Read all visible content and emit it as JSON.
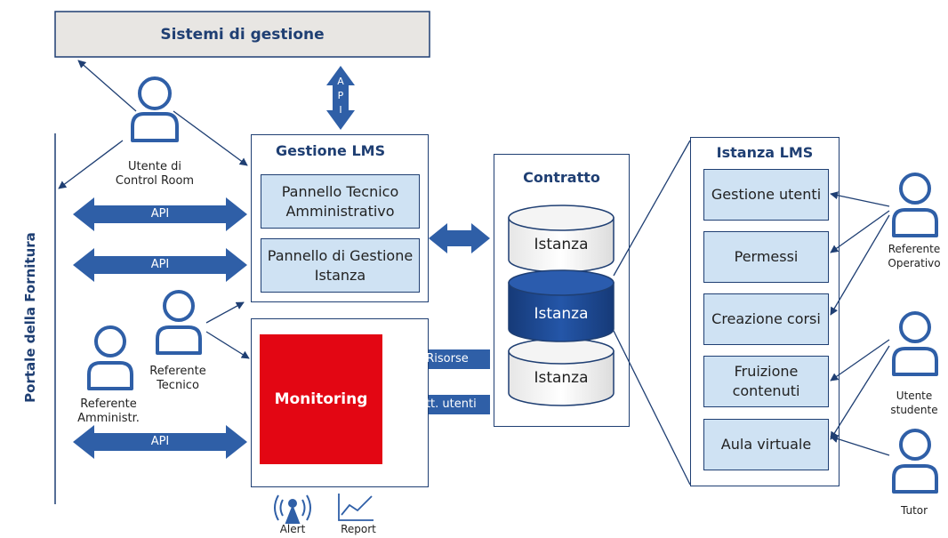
{
  "header": {
    "title": "Sistemi di gestione"
  },
  "sidebar": {
    "label": "Portale della Fornitura"
  },
  "api_vertical_label": "A\nP\nI",
  "api_labels": [
    "API",
    "API",
    "API"
  ],
  "users": {
    "control_room": "Utente di\nControl Room",
    "referente_tecnico": "Referente\nTecnico",
    "referente_amministr": "Referente\nAmministr.",
    "referente_operativo": "Referente\nOperativo",
    "utente_studente": "Utente\nstudente",
    "tutor": "Tutor"
  },
  "gestione_lms": {
    "title": "Gestione LMS",
    "panels": [
      "Pannello Tecnico Amministrativo",
      "Pannello di Gestione Istanza"
    ]
  },
  "monitoring": {
    "label": "Monitoring"
  },
  "flows": {
    "risorse": "Risorse",
    "att_utenti": "Att. utenti"
  },
  "contratto": {
    "title": "Contratto",
    "instances": [
      "Istanza",
      "Istanza",
      "Istanza"
    ]
  },
  "istanza_lms": {
    "title": "Istanza LMS",
    "items": [
      "Gestione utenti",
      "Permessi",
      "Creazione corsi",
      "Fruizione contenuti",
      "Aula virtuale"
    ]
  },
  "bottom_icons": {
    "alert": "Alert",
    "report": "Report"
  },
  "colors": {
    "navy": "#1f3f73",
    "arrow_blue": "#2f5fa7",
    "light_blue": "#cfe2f3",
    "red": "#e30613",
    "header_gray": "#e8e6e3"
  }
}
